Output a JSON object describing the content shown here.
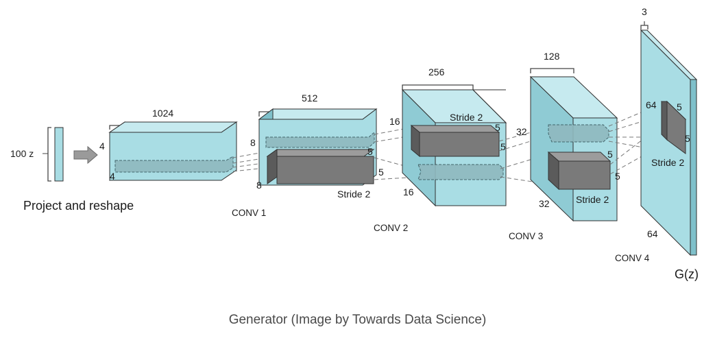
{
  "input": {
    "label": "100 z",
    "caption": "Project and reshape"
  },
  "project": {
    "depth": "1024",
    "h": "4",
    "w": "4"
  },
  "conv1": {
    "name": "CONV 1",
    "depth": "512",
    "h": "8",
    "w": "8",
    "kernel_a": "5",
    "kernel_b": "5",
    "stride": "Stride 2"
  },
  "conv2": {
    "name": "CONV 2",
    "depth": "256",
    "h": "16",
    "w": "16",
    "kernel_a": "5",
    "kernel_b": "5",
    "stride": "Stride 2"
  },
  "conv3": {
    "name": "CONV 3",
    "depth": "128",
    "h": "32",
    "w": "32",
    "kernel_a": "5",
    "kernel_b": "5",
    "stride": "Stride 2"
  },
  "conv4": {
    "name": "CONV 4",
    "depth": "3",
    "h": "64",
    "w": "64",
    "kernel_a": "5",
    "kernel_b": "5",
    "stride": "Stride 2"
  },
  "output": {
    "label": "G(z)"
  },
  "caption": "Generator (Image by Towards Data Science)",
  "colors": {
    "block_face": "#a9dde4",
    "block_top": "#c6eaef",
    "block_side": "#7fc0ca",
    "kernel": "#7a7a7a",
    "caption_text": "#4a4a4a"
  }
}
